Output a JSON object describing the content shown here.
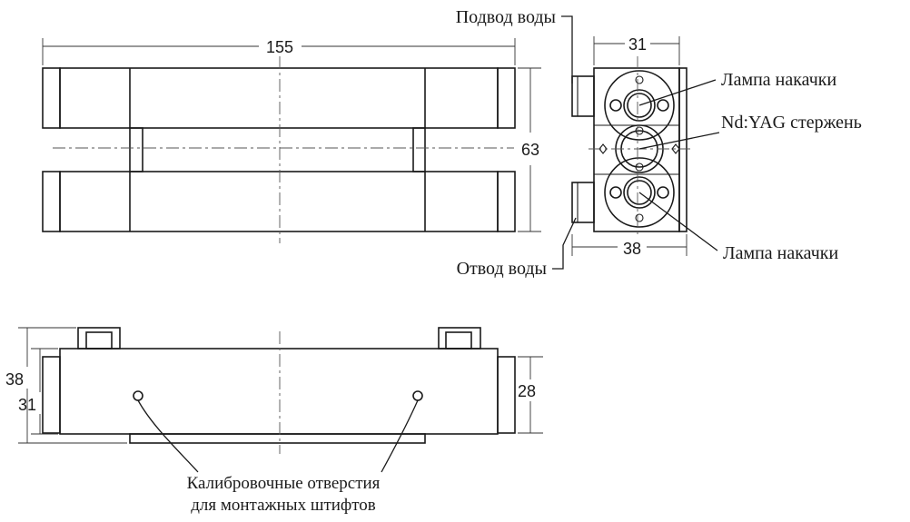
{
  "dimensions": {
    "top_length": "155",
    "top_height": "63",
    "end_top_width": "31",
    "end_bottom_width": "38",
    "side_total_height": "38",
    "side_body_height": "31",
    "side_right_height": "28"
  },
  "labels": {
    "water_in": "Подвод воды",
    "water_out": "Отвод воды",
    "pump_lamp_top": "Лампа накачки",
    "rod": "Nd:YAG стержень",
    "pump_lamp_bottom": "Лампа накачки",
    "calibration_line1": "Калибровочные отверстия",
    "calibration_line2": "для монтажных штифтов"
  }
}
